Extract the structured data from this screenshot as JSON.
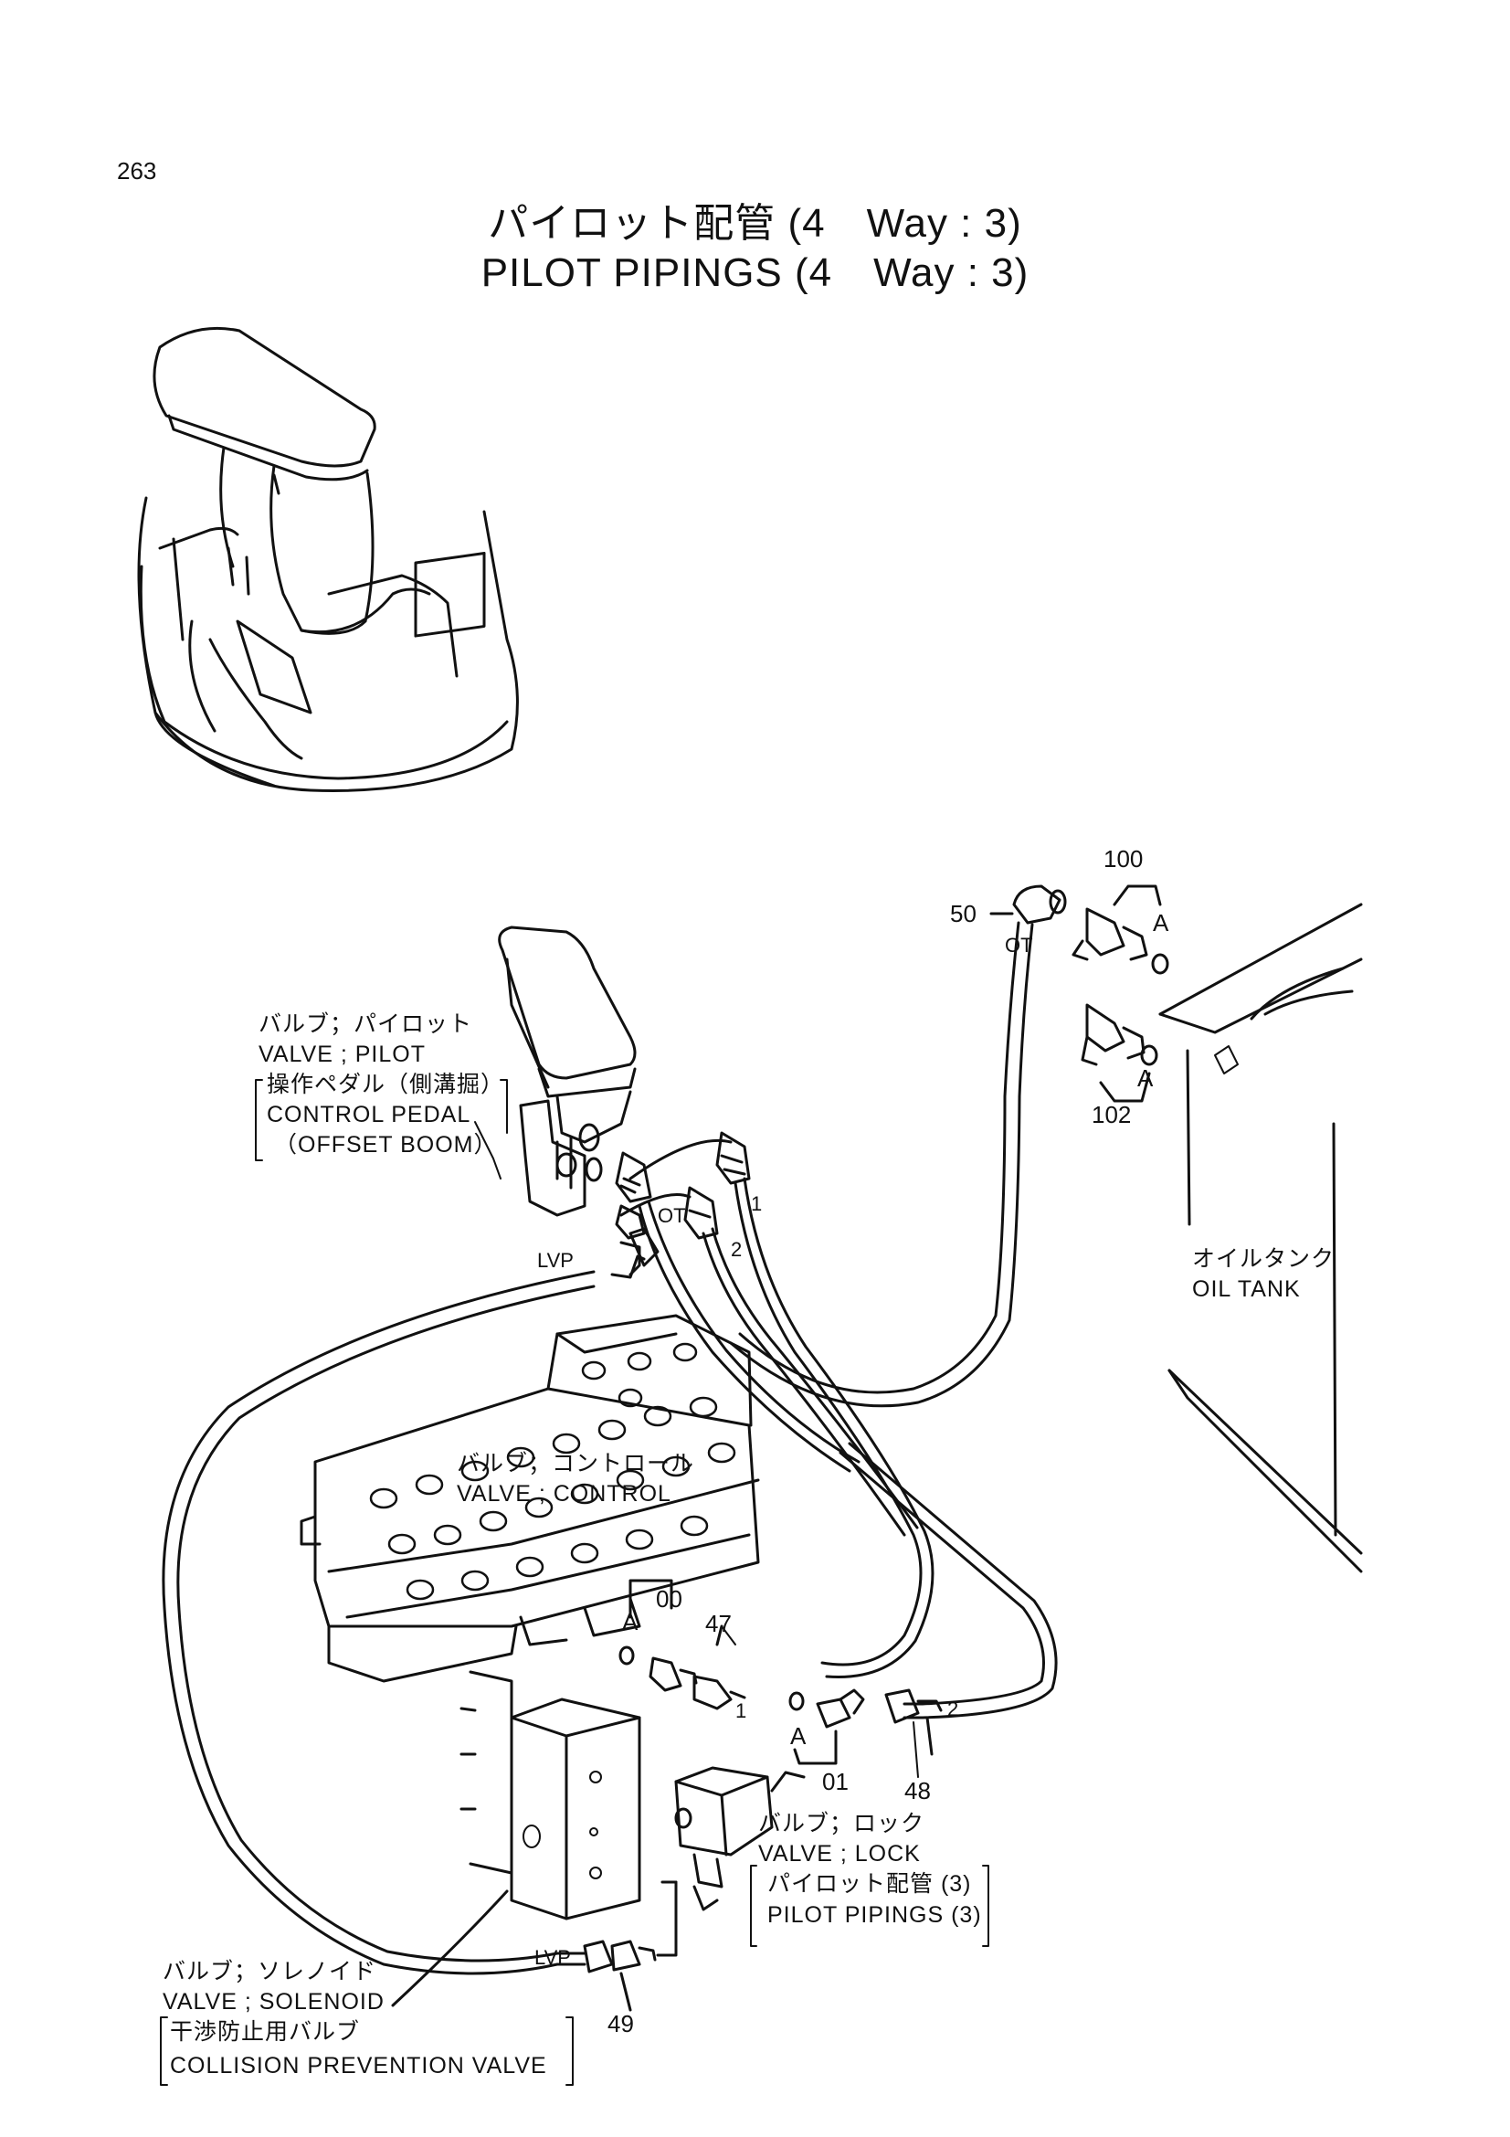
{
  "page_number": "263",
  "title_jp": "パイロット配管 (4　Way : 3)",
  "title_en": "PILOT PIPINGS (4　Way : 3)",
  "labels": {
    "pilot_valve": {
      "jp": "バルブ；パイロット",
      "en": "VALVE ; PILOT",
      "sub_jp": "操作ペダル（側溝掘）",
      "sub_en1": "CONTROL PEDAL",
      "sub_en2": "（OFFSET BOOM）"
    },
    "control_valve": {
      "jp": "バルブ；コントロール",
      "en": "VALVE ; CONTROL"
    },
    "oil_tank": {
      "jp": "オイルタンク",
      "en": "OIL TANK"
    },
    "lock_valve": {
      "jp": "バルブ；ロック",
      "en": "VALVE ; LOCK",
      "sub_jp": "パイロット配管 (3)",
      "sub_en": "PILOT PIPINGS (3)"
    },
    "solenoid_valve": {
      "jp": "バルブ；ソレノイド",
      "en": "VALVE ; SOLENOID",
      "sub_jp": "干渉防止用バルブ",
      "sub_en": "COLLISION PREVENTION VALVE"
    }
  },
  "part_numbers": {
    "p100": "100",
    "p50": "50",
    "p102": "102",
    "p00": "00",
    "p47": "47",
    "p01": "01",
    "p48": "48",
    "p49": "49"
  },
  "markers": {
    "A": "A",
    "OT": "OT",
    "LVP": "LVP",
    "one": "1",
    "two": "2"
  }
}
